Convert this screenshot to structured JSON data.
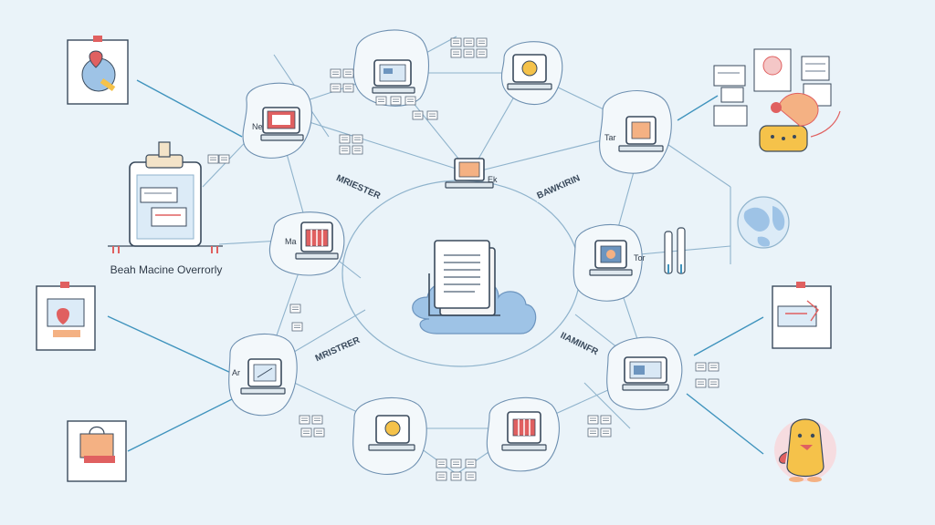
{
  "diagram": {
    "caption": "Beah Macine Overrorly",
    "colors": {
      "background": "#eaf3f9",
      "line": "#8fb3cc",
      "accent_line": "#3f93bd",
      "bubble": "#f3f8fb",
      "stroke": "#3a4a5c",
      "cloud": "#9ec3e6",
      "peach": "#f4b183",
      "red": "#e06060",
      "gold": "#f5c24a"
    },
    "center": {
      "name": "central-server",
      "icon": "server-document-icon"
    },
    "nodes": [
      {
        "name": "node-top-center",
        "icon": "computer-icon"
      },
      {
        "name": "node-top-right",
        "icon": "computer-icon"
      },
      {
        "name": "node-upper-left",
        "icon": "computer-icon",
        "label": "Ne"
      },
      {
        "name": "node-upper-right",
        "icon": "computer-icon",
        "label": "Tar"
      },
      {
        "name": "node-inner-top",
        "icon": "computer-icon",
        "label": "Ek"
      },
      {
        "name": "node-mid-left",
        "icon": "server-icon",
        "label": "Ma"
      },
      {
        "name": "node-mid-right",
        "icon": "computer-icon",
        "label": "Tor"
      },
      {
        "name": "node-lower-left",
        "icon": "computer-icon",
        "label": "Ar"
      },
      {
        "name": "node-lower-right",
        "icon": "computer-icon"
      },
      {
        "name": "node-bottom-left",
        "icon": "computer-icon"
      },
      {
        "name": "node-bottom-right",
        "icon": "server-icon"
      }
    ],
    "link_labels": [
      {
        "name": "link-label-upper-left",
        "text": "MRIESTER"
      },
      {
        "name": "link-label-upper-right",
        "text": "BAWKIRIN"
      },
      {
        "name": "link-label-lower-left",
        "text": "MRISTRER"
      },
      {
        "name": "link-label-lower-right",
        "text": "IIAMINFR"
      }
    ],
    "outer": [
      {
        "name": "outer-map-icon",
        "icon": "map-pin-icon"
      },
      {
        "name": "outer-clipboard-icon",
        "icon": "clipboard-icon"
      },
      {
        "name": "outer-chat-icon",
        "icon": "chat-card-icon"
      },
      {
        "name": "outer-folder-icon",
        "icon": "folder-card-icon"
      },
      {
        "name": "outer-documents-icon",
        "icon": "documents-icon"
      },
      {
        "name": "outer-globe-icon",
        "icon": "globe-icon"
      },
      {
        "name": "outer-display-icon",
        "icon": "display-card-icon"
      },
      {
        "name": "outer-mascot-icon",
        "icon": "mascot-icon"
      },
      {
        "name": "outer-pens-icon",
        "icon": "pens-icon"
      }
    ]
  }
}
